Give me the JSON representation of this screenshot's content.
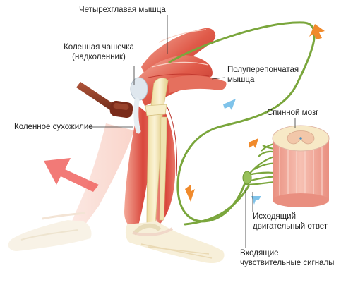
{
  "labels": {
    "quadriceps": "Четырехглавая мышца",
    "patella_line1": "Коленная чашечка",
    "patella_line2": "(надколенник)",
    "patellar_tendon": "Коленное сухожилие",
    "semimembranosus_line1": "Полуперепончатая",
    "semimembranosus_line2": "мышца",
    "spinal_cord": "Спинной мозг",
    "motor_response_line1": "Исходящий",
    "motor_response_line2": "двигательный ответ",
    "sensory_signals_line1": "Входящие",
    "sensory_signals_line2": "чувствительные сигналы"
  },
  "colors": {
    "muscle": "#d9473c",
    "muscle_light": "#f2a08f",
    "bone": "#f3e6b6",
    "nerve": "#7aa63c",
    "arrow_motor": "#f08a2c",
    "arrow_sensory": "#7fc3ea",
    "big_arrow": "#f0635f",
    "hammer": "#8a3b26"
  }
}
